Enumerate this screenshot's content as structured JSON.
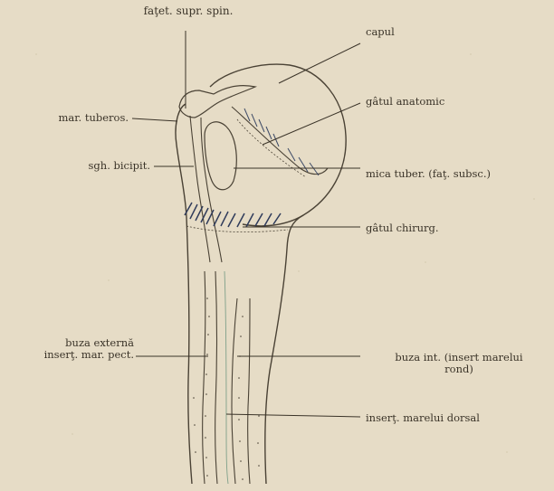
{
  "labels": {
    "fatet_supr_spin": "faţet. supr. spin.",
    "capul": "capul",
    "mar_tuberos": "mar. tuberos.",
    "gatul_anatomic": "gâtul anatomic",
    "sgh_bicipit": "sgh. bicipit.",
    "mica_tuber": "mica tuber. (faţ. subsc.)",
    "gatul_chirurg": "gâtul chirurg.",
    "buza_externa_line1": "buza externă",
    "buza_externa_line2": "inserţ. mar. pect.",
    "buza_int_line1": "buza int. (insert marelui",
    "buza_int_line2": "rond)",
    "insert_dorsal": "inserţ. marelui dorsal"
  },
  "colors": {
    "paper": "#e6dcc6",
    "ink": "#3a3328",
    "hatch": "#3d4a66",
    "greenish": "#7fa08a"
  }
}
